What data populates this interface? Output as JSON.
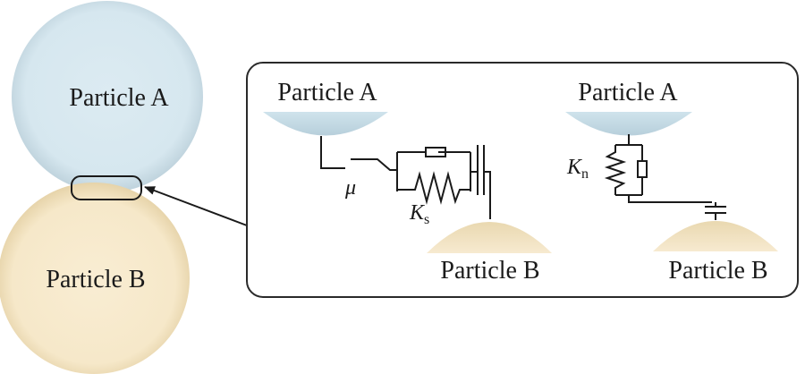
{
  "diagram": {
    "particles": {
      "a_label": "Particle A",
      "b_label": "Particle B"
    },
    "inset": {
      "tangential": {
        "a_label": "Particle A",
        "b_label": "Particle B",
        "friction_symbol": "μ",
        "spring_symbol": "K",
        "spring_subscript": "s"
      },
      "normal": {
        "a_label": "Particle A",
        "b_label": "Particle B",
        "spring_symbol": "K",
        "spring_subscript": "n"
      }
    },
    "colors": {
      "particle_a": "#dbeaf1",
      "particle_b": "#f8ebcf",
      "line": "#1a1a1a",
      "frame": "#2a2a2a"
    }
  }
}
